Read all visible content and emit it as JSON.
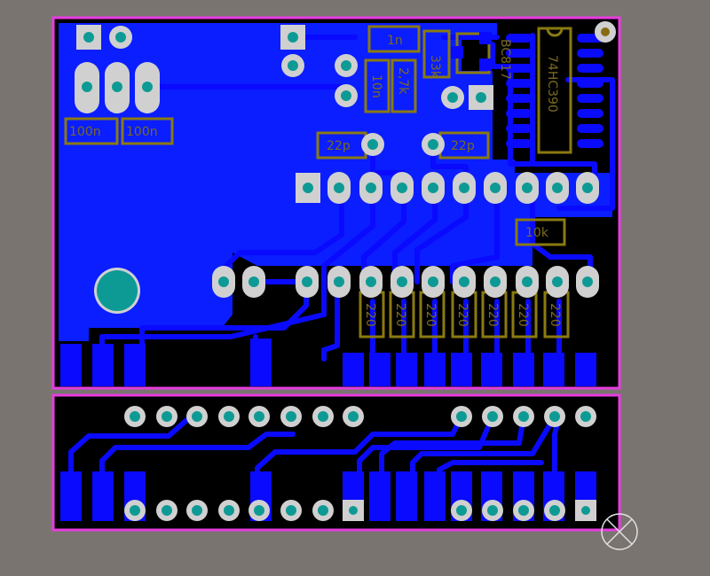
{
  "colors": {
    "background": "#7a7470",
    "board": "#000000",
    "outline": "#e83ce0",
    "copper": "#0a0aff",
    "copper_pour": "#0a1eff",
    "pad": "#d0d0d0",
    "drill": "#0e9a94",
    "silk": "#8a7a10",
    "label": "#7a6a20"
  },
  "labels": {
    "c_1n": "1n",
    "r_33k": "33k",
    "q_bc817": "BC817",
    "u_74hc390": "74HC390",
    "c_10n": "10n",
    "r_27k": "2,7k",
    "c_100n_a": "100n",
    "c_100n_b": "100n",
    "c_22p_a": "22p",
    "c_22p_b": "22p",
    "r_10k": "10k",
    "r_220": "220"
  },
  "icons": {
    "mounting_hole": "mounting-hole-icon",
    "origin_marker": "origin-crosshair-icon"
  }
}
